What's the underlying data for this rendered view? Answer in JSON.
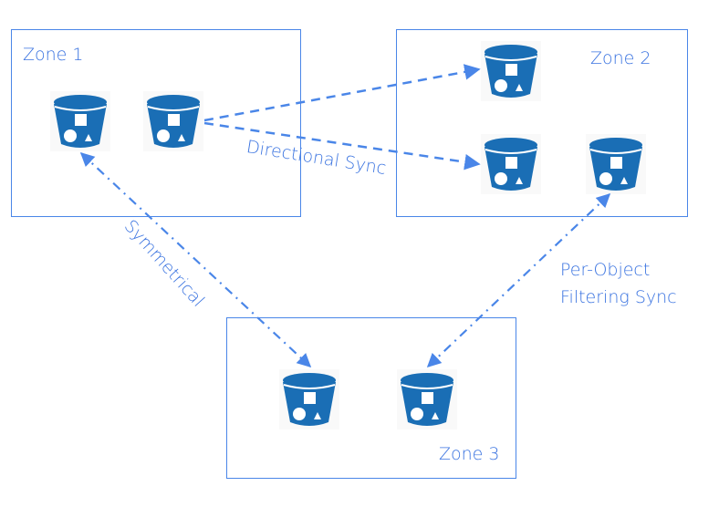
{
  "colors": {
    "accent": "#3a73e0",
    "line": "#4a86e8",
    "bucket": "#1a6eb5"
  },
  "zones": [
    {
      "id": "zone-1",
      "label": "Zone 1"
    },
    {
      "id": "zone-2",
      "label": "Zone 2"
    },
    {
      "id": "zone-3",
      "label": "Zone 3"
    }
  ],
  "buckets": [
    {
      "id": "z1-b1",
      "zone": "Zone 1",
      "icon": "bucket-icon"
    },
    {
      "id": "z1-b2",
      "zone": "Zone 1",
      "icon": "bucket-icon"
    },
    {
      "id": "z2-b1",
      "zone": "Zone 2",
      "icon": "bucket-icon"
    },
    {
      "id": "z2-b2",
      "zone": "Zone 2",
      "icon": "bucket-icon"
    },
    {
      "id": "z2-b3",
      "zone": "Zone 2",
      "icon": "bucket-icon"
    },
    {
      "id": "z3-b1",
      "zone": "Zone 3",
      "icon": "bucket-icon"
    },
    {
      "id": "z3-b2",
      "zone": "Zone 3",
      "icon": "bucket-icon"
    }
  ],
  "connections": [
    {
      "from": "z1-b2",
      "to": "z2-b1",
      "style": "dashed",
      "direction": "one-way"
    },
    {
      "from": "z1-b2",
      "to": "z2-b2",
      "style": "dashed",
      "direction": "one-way"
    },
    {
      "from": "z1-b1",
      "to": "z3-b1",
      "style": "dash-dot",
      "direction": "two-way"
    },
    {
      "from": "z2-b3",
      "to": "z3-b2",
      "style": "dash-dot",
      "direction": "two-way"
    }
  ],
  "labels": {
    "directional": "Directional Sync",
    "symmetrical": "Symmetrical",
    "filtering_line1": "Per-Object",
    "filtering_line2": "Filtering Sync"
  }
}
